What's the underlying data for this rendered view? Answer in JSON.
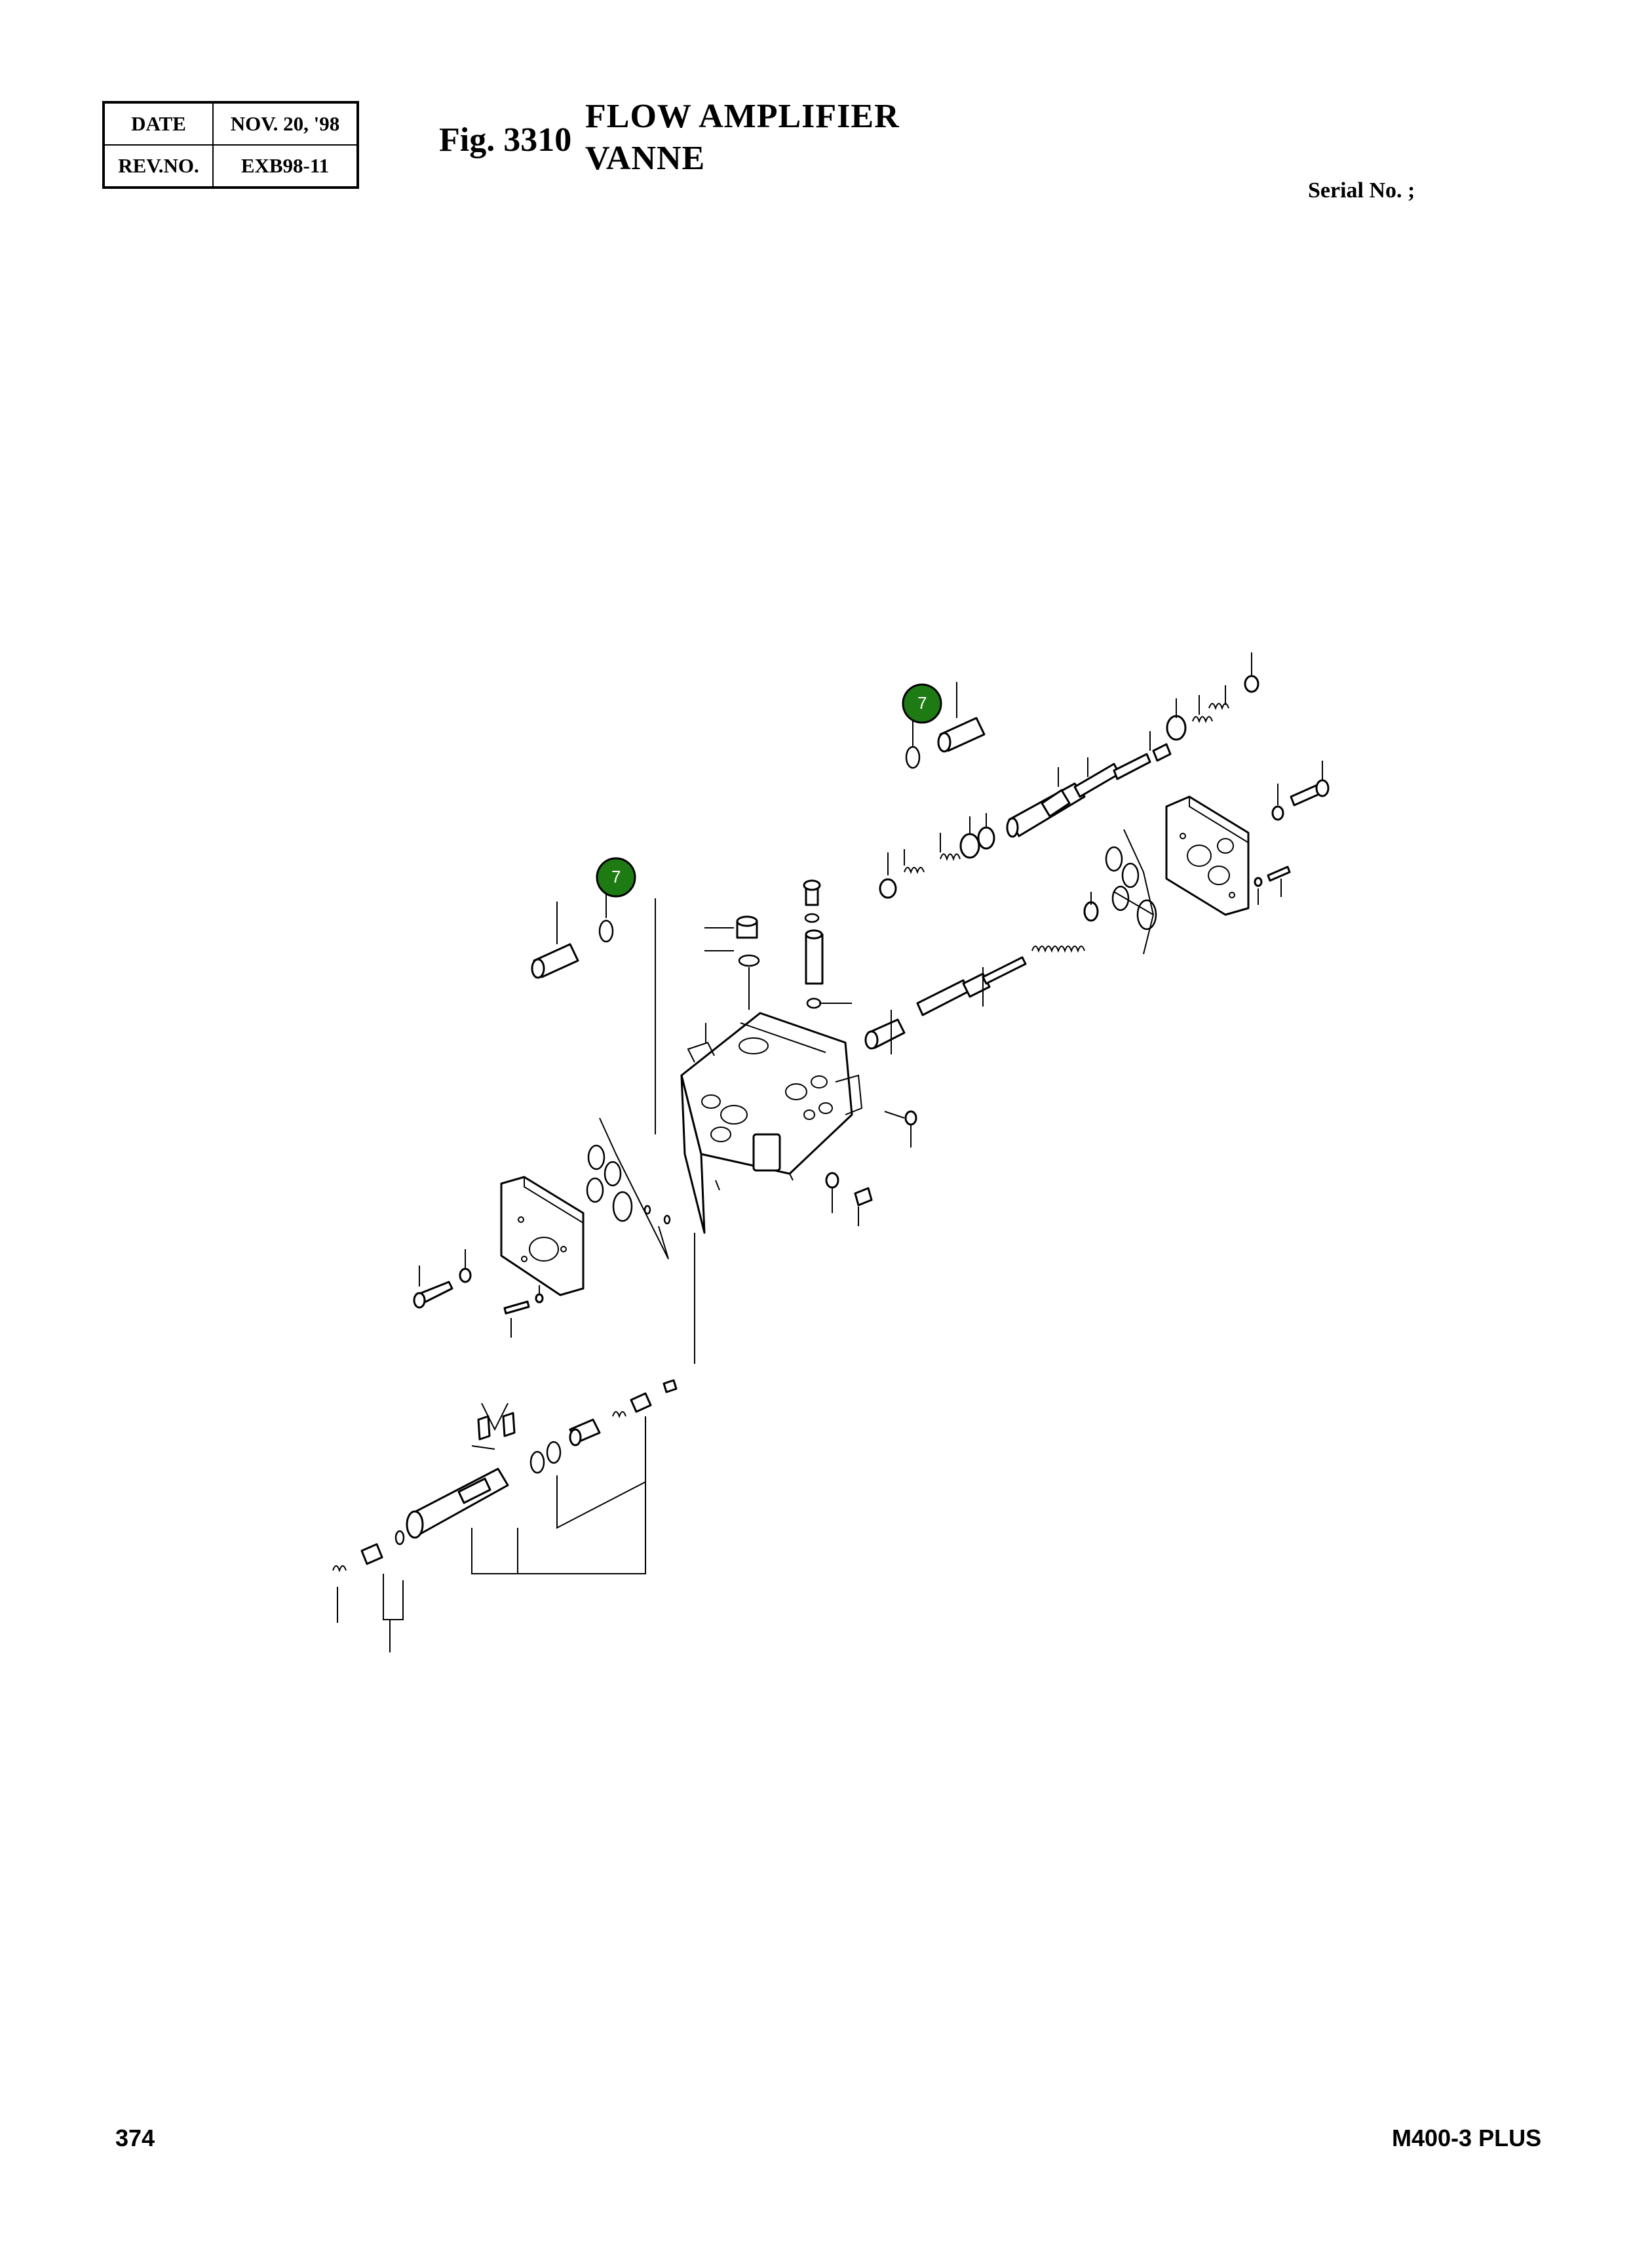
{
  "header": {
    "date_label": "DATE",
    "date_value": "NOV. 20, '98",
    "rev_label": "REV.NO.",
    "rev_value": "EXB98-11",
    "fig_label": "Fig. 3310",
    "title_line1": "FLOW AMPLIFIER",
    "title_line2": "VANNE",
    "serial_label": "Serial No. ;"
  },
  "diagram": {
    "badges": [
      {
        "label": "7"
      },
      {
        "label": "7"
      }
    ],
    "badge_color": "#1e7b14"
  },
  "footer": {
    "page_number": "374",
    "model": "M400-3 PLUS"
  }
}
